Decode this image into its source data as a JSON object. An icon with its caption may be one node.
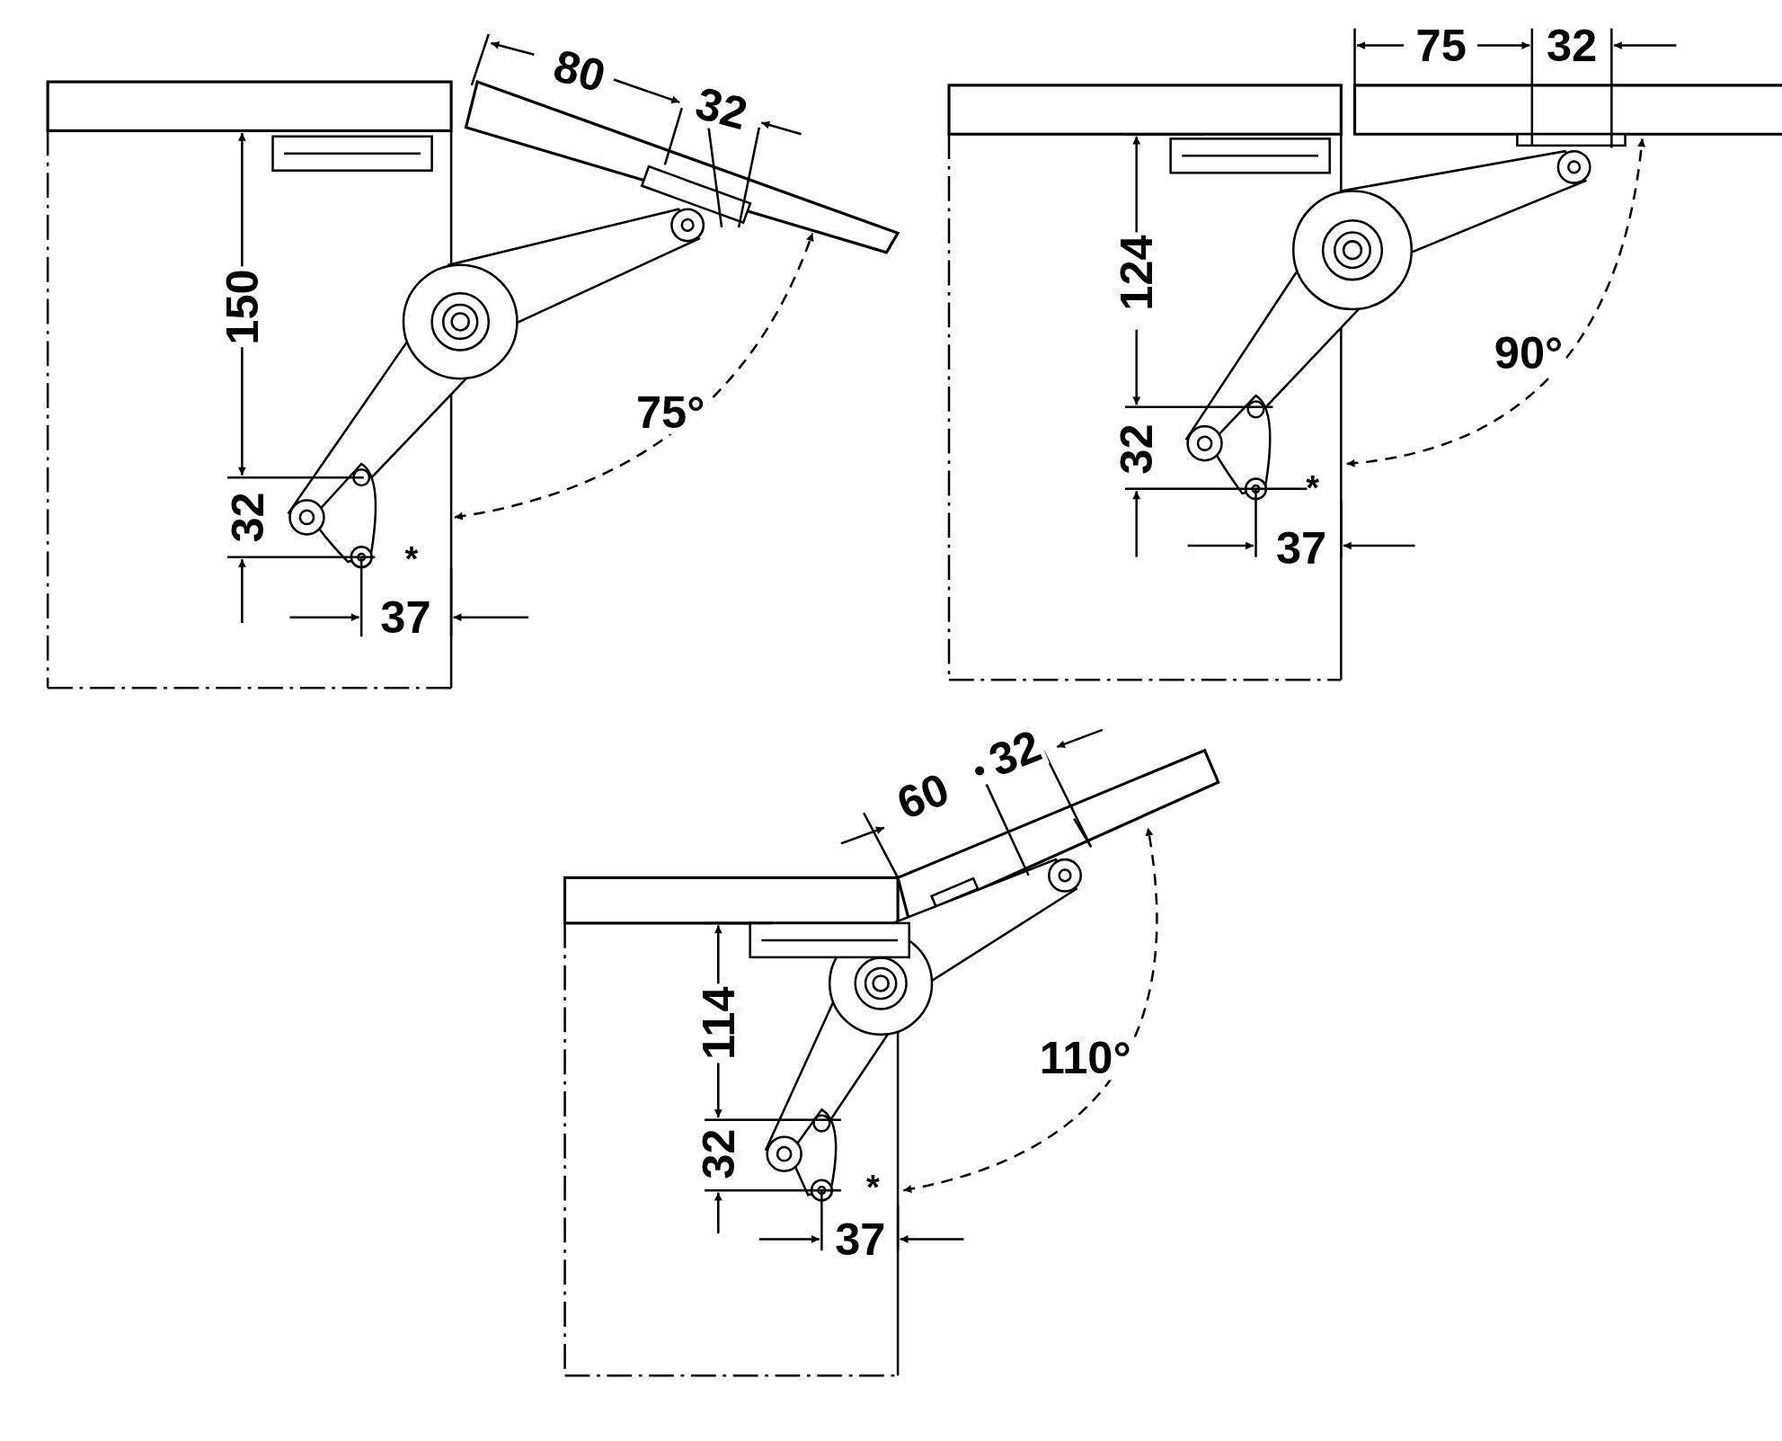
{
  "diagram": {
    "labels": [
      "80",
      "32",
      "150",
      "75°",
      "32",
      "*",
      "37",
      "75",
      "32",
      "124",
      "90°",
      "32",
      "*",
      "37",
      "32",
      "60",
      "110°",
      "114",
      "32",
      "*",
      "37"
    ]
  }
}
